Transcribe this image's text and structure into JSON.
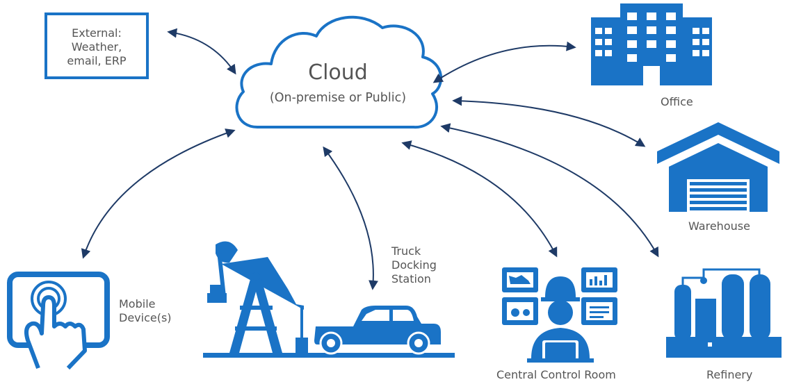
{
  "cloud": {
    "title": "Cloud",
    "subtitle": "(On-premise or Public)"
  },
  "external_box": {
    "text": "External:\nWeather,\nemail, ERP"
  },
  "nodes": {
    "office": "Office",
    "warehouse": "Warehouse",
    "refinery": "Refinery",
    "control_room": "Central Control Room",
    "truck": "Truck\nDocking\nStation",
    "mobile": "Mobile\nDevice(s)"
  },
  "colors": {
    "icon_blue": "#1a73c6",
    "arrow": "#1e3a66",
    "text": "#555555"
  }
}
